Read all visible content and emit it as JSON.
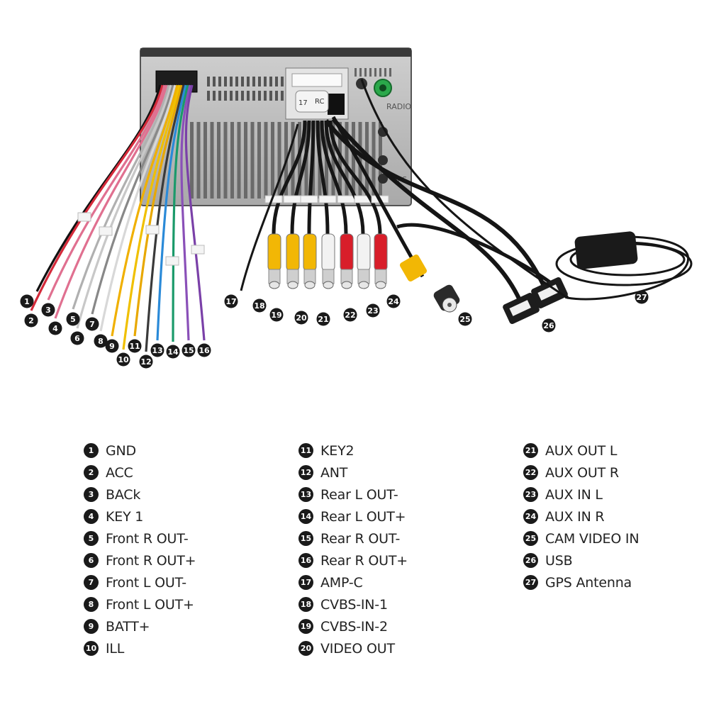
{
  "unit": {
    "side_labels": [
      "RADIO",
      "GPS"
    ],
    "connector_labels": [
      "17",
      "RC"
    ]
  },
  "legend": [
    {
      "n": "1",
      "label": "GND"
    },
    {
      "n": "2",
      "label": "ACC"
    },
    {
      "n": "3",
      "label": "BACk"
    },
    {
      "n": "4",
      "label": "KEY 1"
    },
    {
      "n": "5",
      "label": "Front R OUT-"
    },
    {
      "n": "6",
      "label": "Front R OUT+"
    },
    {
      "n": "7",
      "label": "Front L OUT-"
    },
    {
      "n": "8",
      "label": "Front L OUT+"
    },
    {
      "n": "9",
      "label": "BATT+"
    },
    {
      "n": "10",
      "label": "ILL"
    },
    {
      "n": "11",
      "label": "KEY2"
    },
    {
      "n": "12",
      "label": "ANT"
    },
    {
      "n": "13",
      "label": "Rear L OUT-"
    },
    {
      "n": "14",
      "label": "Rear L OUT+"
    },
    {
      "n": "15",
      "label": "Rear R OUT-"
    },
    {
      "n": "16",
      "label": "Rear R OUT+"
    },
    {
      "n": "17",
      "label": "AMP-C"
    },
    {
      "n": "18",
      "label": "CVBS-IN-1"
    },
    {
      "n": "19",
      "label": "CVBS-IN-2"
    },
    {
      "n": "20",
      "label": "VIDEO OUT"
    },
    {
      "n": "21",
      "label": "AUX OUT L"
    },
    {
      "n": "22",
      "label": "AUX OUT R"
    },
    {
      "n": "23",
      "label": "AUX IN L"
    },
    {
      "n": "24",
      "label": "AUX IN R"
    },
    {
      "n": "25",
      "label": "CAM VIDEO IN"
    },
    {
      "n": "26",
      "label": "USB"
    },
    {
      "n": "27",
      "label": "GPS Antenna"
    }
  ],
  "colors": {
    "badge": "#1a1a1a",
    "unit_body": "#b8b8b8",
    "yellow_rca": "#f2b705",
    "red_rca": "#d81e2a",
    "white_rca": "#f2f2f2"
  }
}
